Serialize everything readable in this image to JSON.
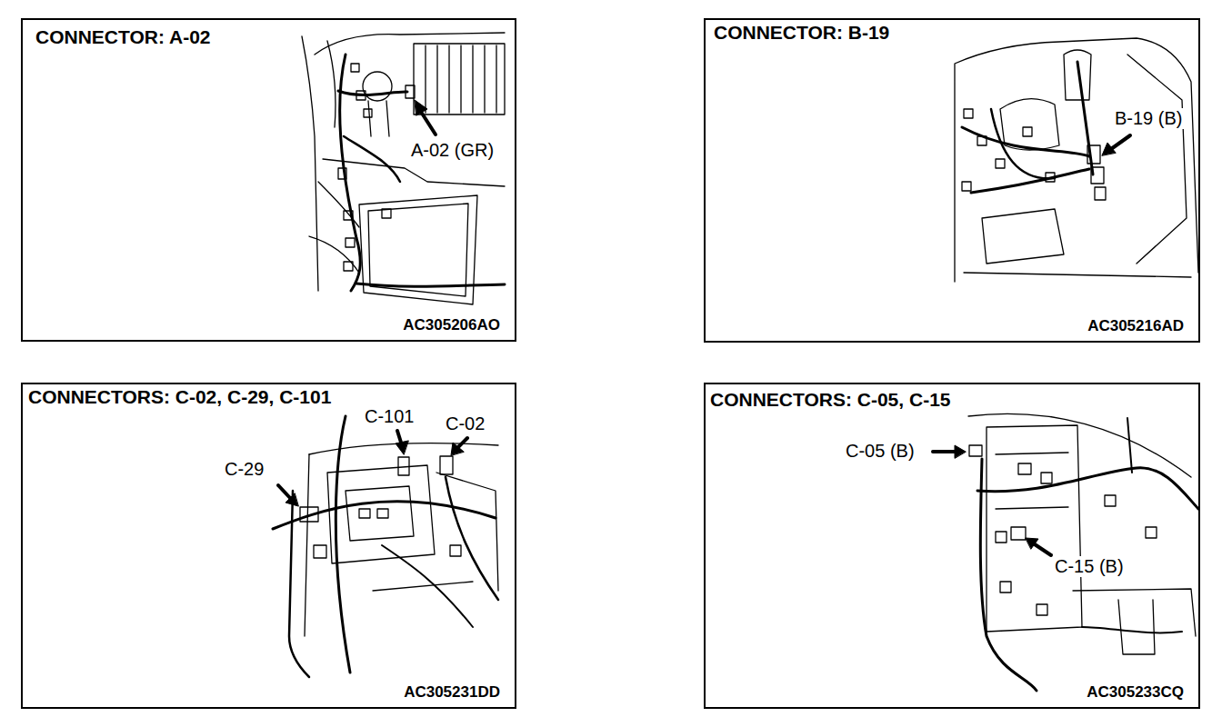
{
  "diagram": {
    "nodes": [
      {
        "text": [
          "CONNECTOR: A-02",
          "AC305206AO"
        ]
      },
      {
        "text": [
          "CONNECTOR: B-19",
          "AC305216AD"
        ]
      },
      {
        "text": [
          "CONNECTORS: C-02, C-29, C-101",
          "AC305231DD"
        ]
      },
      {
        "text": [
          "CONNECTORS: C-05, C-15",
          "AC305233CQ"
        ]
      }
    ],
    "labels": [
      "A-02 (GR)",
      "B-19 (B)",
      "C-101",
      "C-02",
      "C-29",
      "C-05 (B)",
      "C-15 (B)"
    ]
  }
}
